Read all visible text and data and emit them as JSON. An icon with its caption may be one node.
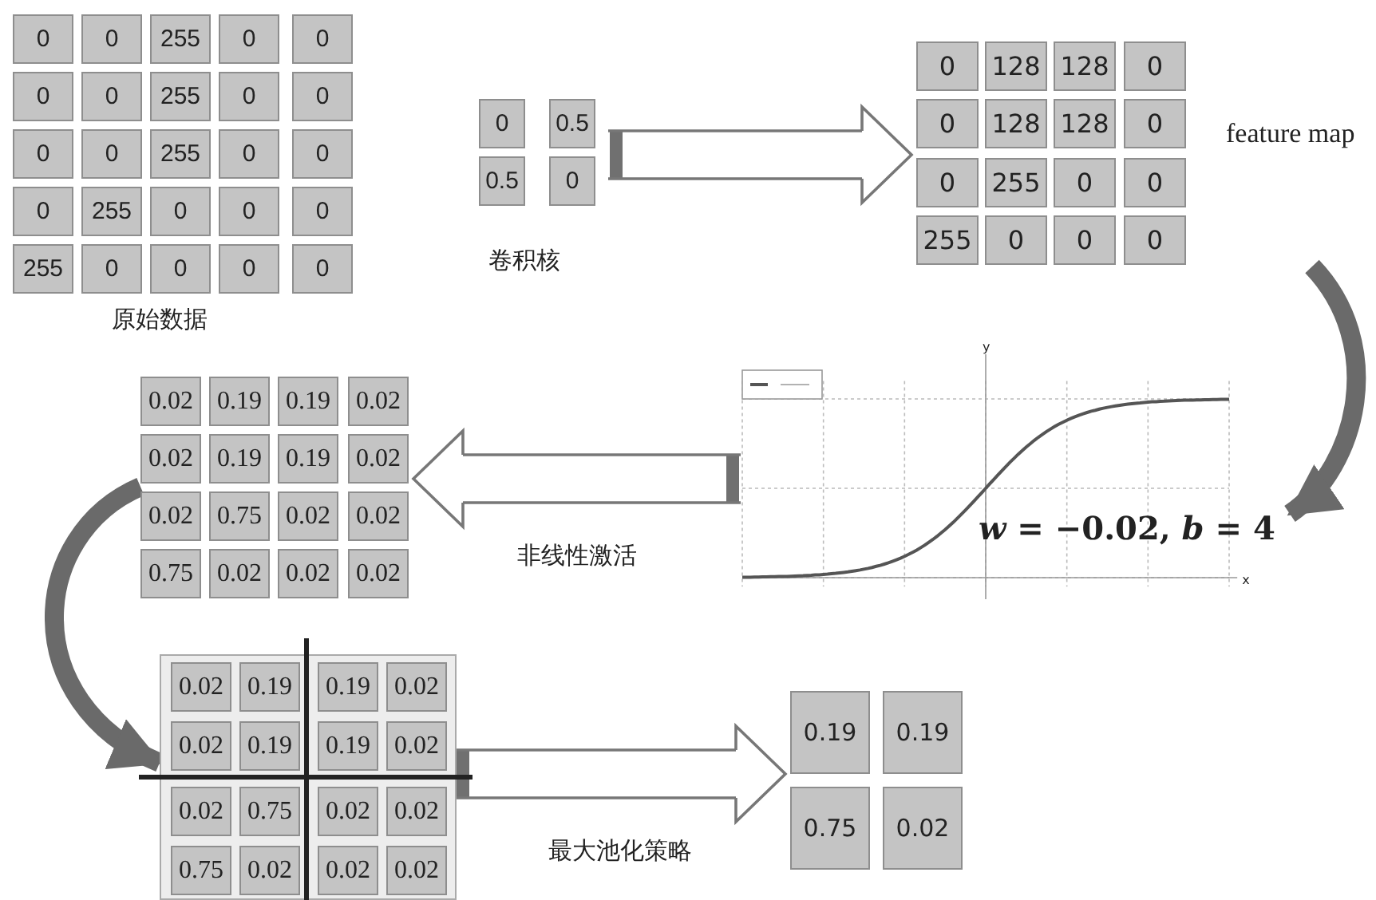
{
  "diagram": {
    "nodes": [
      {
        "text": [
          "原始数据"
        ]
      },
      {
        "text": [
          "0"
        ],
        "in": 0
      },
      {
        "text": [
          "0"
        ],
        "in": 0
      },
      {
        "text": [
          "255"
        ],
        "in": 0
      },
      {
        "text": [
          "0"
        ],
        "in": 0
      },
      {
        "text": [
          "0"
        ],
        "in": 0
      },
      {
        "text": [
          "0"
        ],
        "in": 0
      },
      {
        "text": [
          "0"
        ],
        "in": 0
      },
      {
        "text": [
          "255"
        ],
        "in": 0
      },
      {
        "text": [
          "0"
        ],
        "in": 0
      },
      {
        "text": [
          "0"
        ],
        "in": 0
      },
      {
        "text": [
          "0"
        ],
        "in": 0
      },
      {
        "text": [
          "0"
        ],
        "in": 0
      },
      {
        "text": [
          "255"
        ],
        "in": 0
      },
      {
        "text": [
          "0"
        ],
        "in": 0
      },
      {
        "text": [
          "0"
        ],
        "in": 0
      },
      {
        "text": [
          "0"
        ],
        "in": 0
      },
      {
        "text": [
          "255"
        ],
        "in": 0
      },
      {
        "text": [
          "0"
        ],
        "in": 0
      },
      {
        "text": [
          "0"
        ],
        "in": 0
      },
      {
        "text": [
          "0"
        ],
        "in": 0
      },
      {
        "text": [
          "255"
        ],
        "in": 0
      },
      {
        "text": [
          "0"
        ],
        "in": 0
      },
      {
        "text": [
          "0"
        ],
        "in": 0
      },
      {
        "text": [
          "0"
        ],
        "in": 0
      },
      {
        "text": [
          "0"
        ],
        "in": 0
      },
      {
        "text": [
          "卷积核"
        ]
      },
      {
        "text": [
          "0"
        ],
        "in": 26
      },
      {
        "text": [
          "0.5"
        ],
        "in": 26
      },
      {
        "text": [
          "0.5"
        ],
        "in": 26
      },
      {
        "text": [
          "0"
        ],
        "in": 26
      },
      {
        "text": [
          "feature map"
        ]
      },
      {
        "text": [
          "0"
        ],
        "in": 31
      },
      {
        "text": [
          "128"
        ],
        "in": 31
      },
      {
        "text": [
          "128"
        ],
        "in": 31
      },
      {
        "text": [
          "0"
        ],
        "in": 31
      },
      {
        "text": [
          "0"
        ],
        "in": 31
      },
      {
        "text": [
          "128"
        ],
        "in": 31
      },
      {
        "text": [
          "128"
        ],
        "in": 31
      },
      {
        "text": [
          "0"
        ],
        "in": 31
      },
      {
        "text": [
          "0"
        ],
        "in": 31
      },
      {
        "text": [
          "255"
        ],
        "in": 31
      },
      {
        "text": [
          "0"
        ],
        "in": 31
      },
      {
        "text": [
          "0"
        ],
        "in": 31
      },
      {
        "text": [
          "255"
        ],
        "in": 31
      },
      {
        "text": [
          "0"
        ],
        "in": 31
      },
      {
        "text": [
          "0"
        ],
        "in": 31
      },
      {
        "text": [
          "0"
        ],
        "in": 31
      },
      {
        "text": [
          "y",
          "*w* = −0.02, *b* = 4",
          "x"
        ]
      },
      {
        "text": [],
        "shape": "grid"
      },
      {
        "text": [
          "0.02"
        ],
        "in": 49
      },
      {
        "text": [
          "0.19"
        ],
        "in": 49
      },
      {
        "text": [
          "0.19"
        ],
        "in": 49
      },
      {
        "text": [
          "0.02"
        ],
        "in": 49
      },
      {
        "text": [
          "0.02"
        ],
        "in": 49
      },
      {
        "text": [
          "0.19"
        ],
        "in": 49
      },
      {
        "text": [
          "0.19"
        ],
        "in": 49
      },
      {
        "text": [
          "0.02"
        ],
        "in": 49
      },
      {
        "text": [
          "0.02"
        ],
        "in": 49
      },
      {
        "text": [
          "0.75"
        ],
        "in": 49
      },
      {
        "text": [
          "0.02"
        ],
        "in": 49
      },
      {
        "text": [
          "0.02"
        ],
        "in": 49
      },
      {
        "text": [
          "0.75"
        ],
        "in": 49
      },
      {
        "text": [
          "0.02"
        ],
        "in": 49
      },
      {
        "text": [
          "0.02"
        ],
        "in": 49
      },
      {
        "text": [
          "0.02"
        ],
        "in": 49
      },
      {
        "text": [],
        "shape": "grid"
      },
      {
        "text": [
          "0.02"
        ],
        "in": 66
      },
      {
        "text": [
          "0.19"
        ],
        "in": 66
      },
      {
        "text": [
          "0.19"
        ],
        "in": 66
      },
      {
        "text": [
          "0.02"
        ],
        "in": 66
      },
      {
        "text": [
          "0.02"
        ],
        "in": 66
      },
      {
        "text": [
          "0.19"
        ],
        "in": 66
      },
      {
        "text": [
          "0.19"
        ],
        "in": 66
      },
      {
        "text": [
          "0.02"
        ],
        "in": 66
      },
      {
        "text": [
          "0.02"
        ],
        "in": 66
      },
      {
        "text": [
          "0.75"
        ],
        "in": 66
      },
      {
        "text": [
          "0.02"
        ],
        "in": 66
      },
      {
        "text": [
          "0.02"
        ],
        "in": 66
      },
      {
        "text": [
          "0.75"
        ],
        "in": 66
      },
      {
        "text": [
          "0.02"
        ],
        "in": 66
      },
      {
        "text": [
          "0.02"
        ],
        "in": 66
      },
      {
        "text": [
          "0.02"
        ],
        "in": 66
      },
      {
        "text": [],
        "shape": "grid"
      },
      {
        "text": [
          "0.19"
        ],
        "in": 83
      },
      {
        "text": [
          "0.19"
        ],
        "in": 83
      },
      {
        "text": [
          "0.75"
        ],
        "in": 83
      },
      {
        "text": [
          "0.02"
        ],
        "in": 83
      }
    ],
    "edges": [
      {
        "from": 26,
        "to": 31,
        "arrow": "to"
      },
      {
        "from": 31,
        "to": 48,
        "arrow": "to",
        "color": "#6a6a6a"
      },
      {
        "from": 48,
        "to": 49,
        "arrow": "to",
        "label": "非线性激活"
      },
      {
        "from": 49,
        "to": 66,
        "arrow": "to",
        "color": "#6a6a6a"
      },
      {
        "from": 66,
        "to": 83,
        "arrow": "to",
        "label": "最大池化策略"
      }
    ]
  }
}
